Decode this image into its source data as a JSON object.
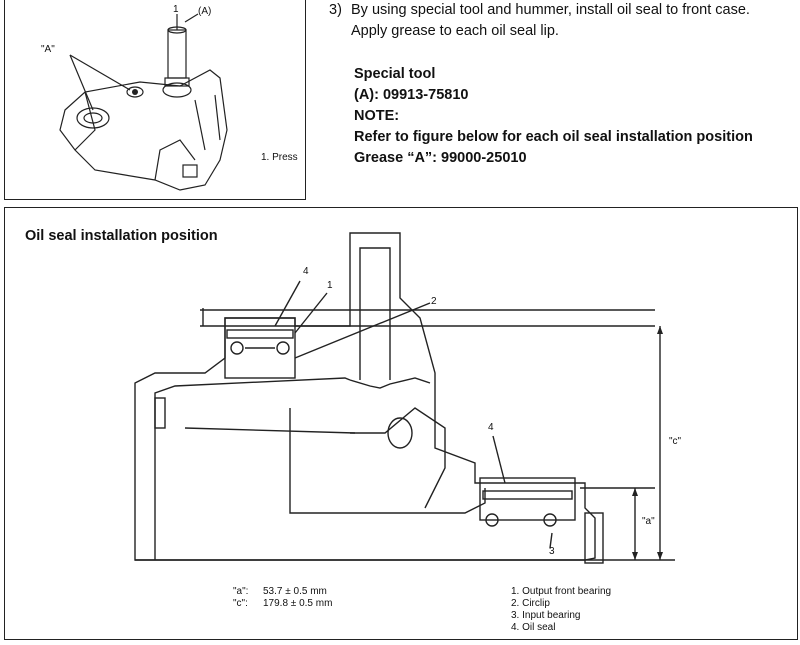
{
  "top_figure": {
    "callout_1": "1",
    "callout_A": "(A)",
    "callout_grease": "\"A\"",
    "legend": "1. Press"
  },
  "instruction": {
    "number": "3)",
    "line1": "By using special tool and hummer, install oil seal to front case.",
    "line2": "Apply grease to each oil seal lip.",
    "special_tool_heading": "Special tool",
    "special_tool_value": "(A): 09913-75810",
    "note_heading": "NOTE:",
    "note_text": "Refer to figure below for each oil seal installation position",
    "grease": "Grease “A”: 99000-25010"
  },
  "bottom_figure": {
    "title": "Oil seal installation position",
    "callouts": [
      "4",
      "1",
      "2",
      "4",
      "3"
    ],
    "dim_c": "\"c\"",
    "dim_a": "\"a\"",
    "dimensions": [
      {
        "label": "\"a\":",
        "value": "53.7 ± 0.5 mm"
      },
      {
        "label": "\"c\":",
        "value": "179.8 ± 0.5 mm"
      }
    ],
    "legend": [
      "1. Output front bearing",
      "2. Circlip",
      "3. Input bearing",
      "4. Oil seal"
    ]
  }
}
